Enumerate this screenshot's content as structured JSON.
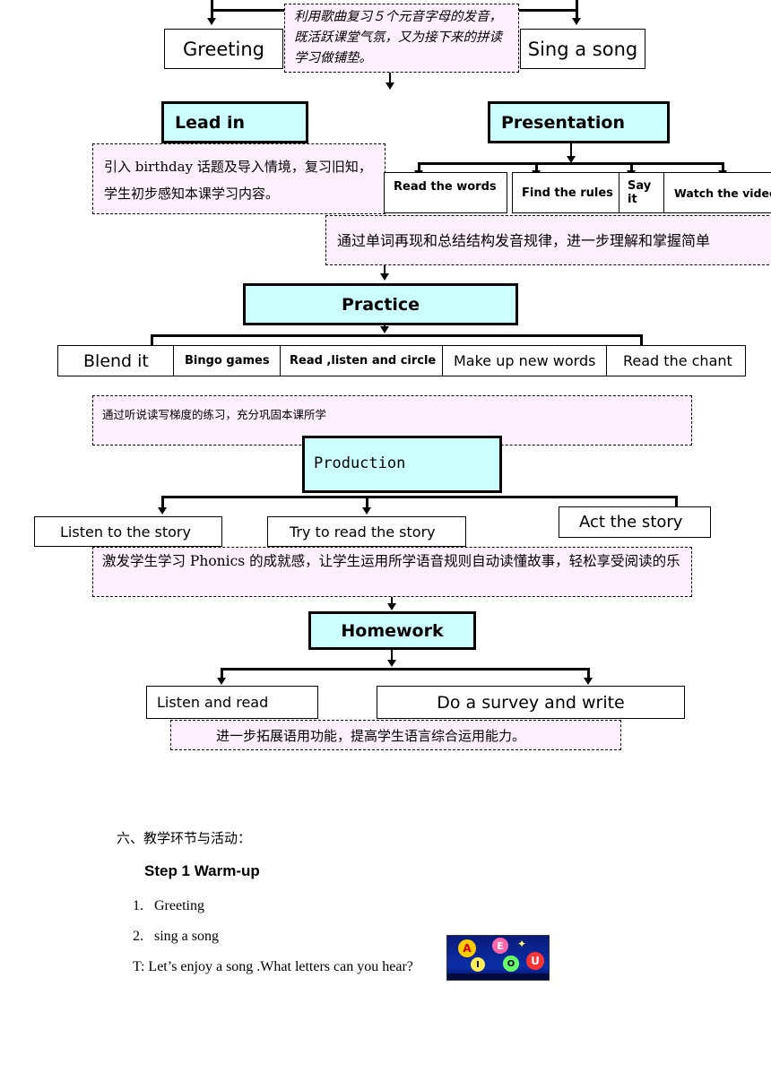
{
  "top": {
    "greeting": "Greeting",
    "song": "Sing a song",
    "note": "利用歌曲复习５个元音字母的发音，既活跃课堂气氛，又为接下来的拼读学习做铺垫。"
  },
  "lead_in": {
    "title": "Lead in",
    "note": "引入 birthday 话题及导入情境，复习旧知，学生初步感知本课学习内容。"
  },
  "presentation": {
    "title": "Presentation",
    "items": [
      "Read the words",
      "Find the rules",
      "Say it",
      "Watch the video"
    ],
    "note": "通过单词再现和总结结构发音规律，进一步理解和掌握简单"
  },
  "practice": {
    "title": "Practice",
    "items": [
      "Blend it",
      "Bingo games",
      "Read ,listen and circle",
      "Make up new words",
      "Read the chant"
    ],
    "note": "通过听说读写梯度的练习，充分巩固本课所学"
  },
  "production": {
    "title": "Production",
    "items": [
      "Listen to the story",
      "Try to read the story",
      "Act the story"
    ],
    "note": "激发学生学习 Phonics 的成就感，让学生运用所学语音规则自动读懂故事，轻松享受阅读的乐"
  },
  "homework": {
    "title": "Homework",
    "items": [
      "Listen and read",
      "Do a survey and write"
    ],
    "note": "进一步拓展语用功能，提高学生语言综合运用能力。"
  },
  "section": {
    "heading": "六、教学环节与活动：",
    "step": "Step 1 Warm-up",
    "list": [
      "1.   Greeting",
      "2.   sing a song"
    ],
    "teacher_line": "T: Let’s enjoy a song .What letters can you hear?",
    "thumb_letters": [
      "A",
      "E",
      "I",
      "O",
      "U"
    ]
  }
}
